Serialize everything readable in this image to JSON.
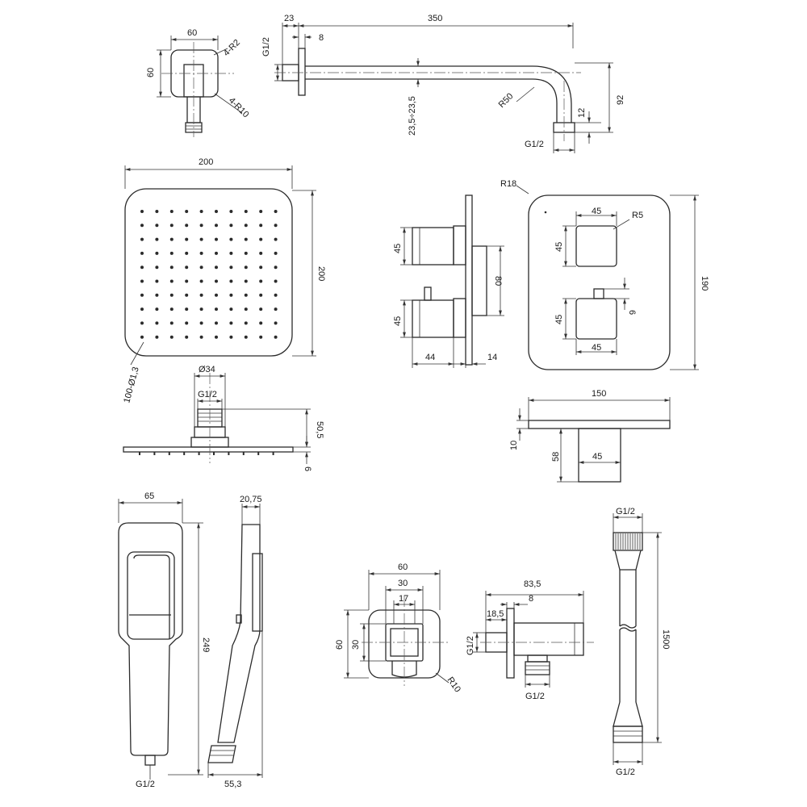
{
  "labels": {
    "wall_w": "60",
    "wall_h": "60",
    "wall_r2": "4-R2",
    "wall_r10": "4-R10",
    "arm_g1": "G1/2",
    "arm_23": "23",
    "arm_8": "8",
    "arm_350": "350",
    "arm_235": "23,5÷23,5",
    "arm_r50": "R50",
    "arm_12": "12",
    "arm_92": "92",
    "arm_g2": "G1/2",
    "head_200w": "200",
    "head_200h": "200",
    "head_holes": "100-Ø1,3",
    "head_d34": "Ø34",
    "head_g": "G1/2",
    "head_505": "50,5",
    "head_6": "6",
    "valve_45a": "45",
    "valve_45b": "45",
    "valve_80": "80",
    "valve_44": "44",
    "valve_14": "14",
    "plate_r18": "R18",
    "plate_45t": "45",
    "plate_r5": "R5",
    "plate_45l1": "45",
    "plate_45l2": "45",
    "plate_6": "6",
    "plate_45b": "45",
    "plate_190": "190",
    "plate_150": "150",
    "plate_10": "10",
    "plate_58": "58",
    "plate_45s": "45",
    "hand_65": "65",
    "hand_2075": "20,75",
    "hand_249": "249",
    "hand_g": "G1/2",
    "hand_553": "55,3",
    "elbow_60w": "60",
    "elbow_30w": "30",
    "elbow_17": "17",
    "elbow_60h": "60",
    "elbow_30h": "30",
    "elbow_r10": "R10",
    "elbow_835": "83,5",
    "elbow_8": "8",
    "elbow_185": "18,5",
    "elbow_g1": "G1/2",
    "elbow_g2": "G1/2",
    "hose_g1": "G1/2",
    "hose_1500": "1500",
    "hose_g2": "G1/2"
  }
}
